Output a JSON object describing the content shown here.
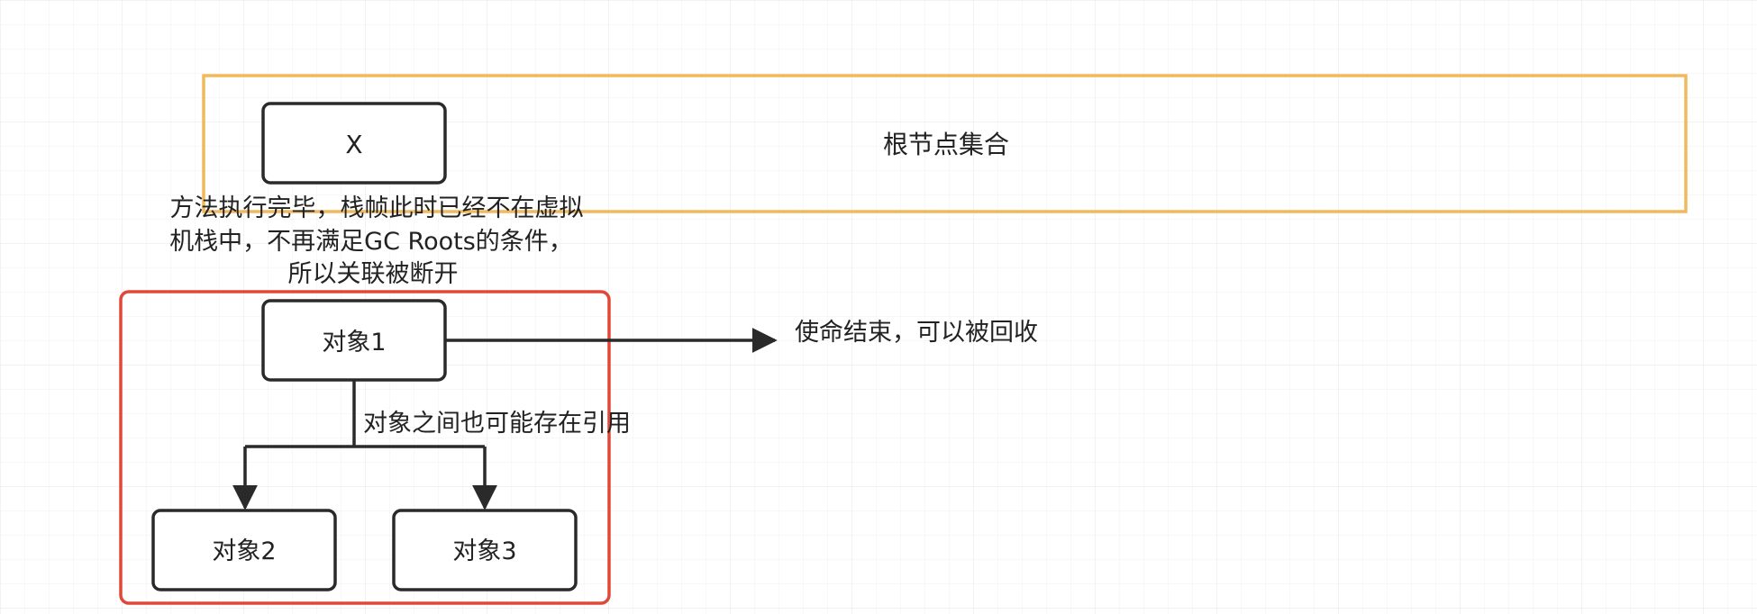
{
  "diagram": {
    "root_set_label": "根节点集合",
    "x_node_label": "X",
    "note_lines": [
      "方法执行完毕，栈帧此时已经不在虚拟",
      "机栈中，不再满足GC Roots的条件，",
      "所以关联被断开"
    ],
    "object1_label": "对象1",
    "object2_label": "对象2",
    "object3_label": "对象3",
    "reclaim_label": "使命结束，可以被回收",
    "reference_label": "对象之间也可能存在引用"
  },
  "colors": {
    "root_set_border": "#F0B95C",
    "group_border": "#E0483A",
    "node_border": "#2A2A2A",
    "grid": "#EEEEEE",
    "text": "#222222"
  }
}
